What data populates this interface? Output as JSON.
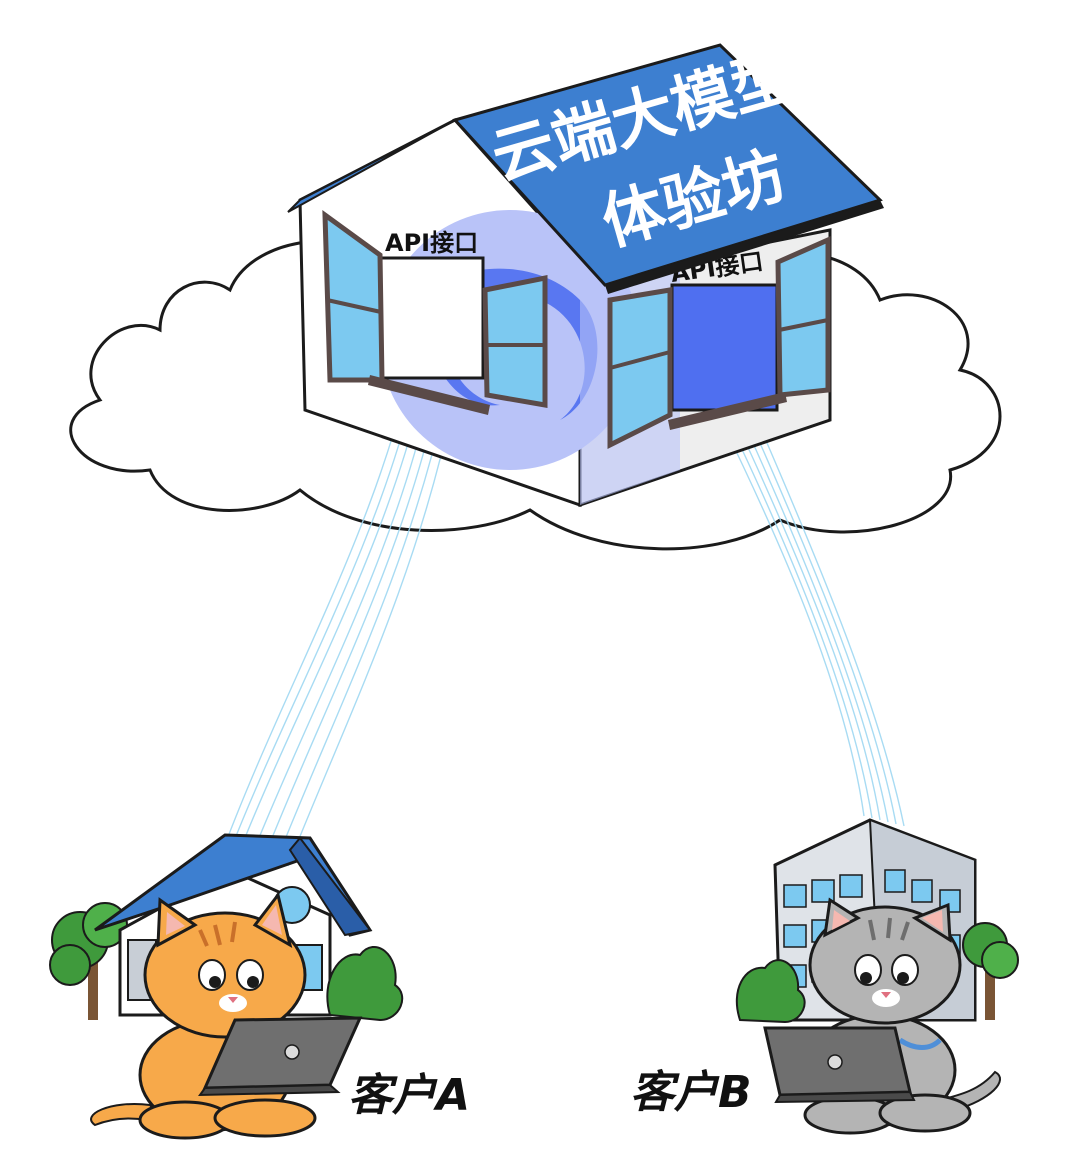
{
  "roof": {
    "line1": "云端大模型",
    "line2": "体验坊"
  },
  "windows": {
    "left_label": "API接口",
    "right_label": "API接口"
  },
  "clients": {
    "a_label": "客户A",
    "b_label": "客户B"
  },
  "colors": {
    "roof_blue": "#3d7fd0",
    "window_blue": "#7cc9f0",
    "logo_blue": "#4f6ff0",
    "logo_light": "#b9c3f8",
    "beam": "#9fd8f2",
    "cat_orange": "#f7a94a",
    "cat_gray": "#b4b4b4"
  }
}
